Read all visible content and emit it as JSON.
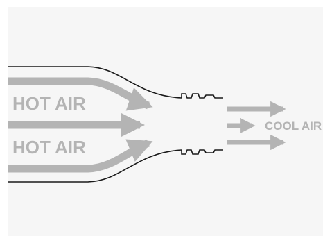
{
  "diagram": {
    "labels": {
      "hot_air_top": "HOT AIR",
      "hot_air_bottom": "HOT AIR",
      "cool_air": "COOL AIR"
    },
    "colors": {
      "background": "#f6f6f6",
      "outline": "#1a1a1a",
      "arrow": "#b4b4b4",
      "label": "#b4b4b4"
    }
  }
}
